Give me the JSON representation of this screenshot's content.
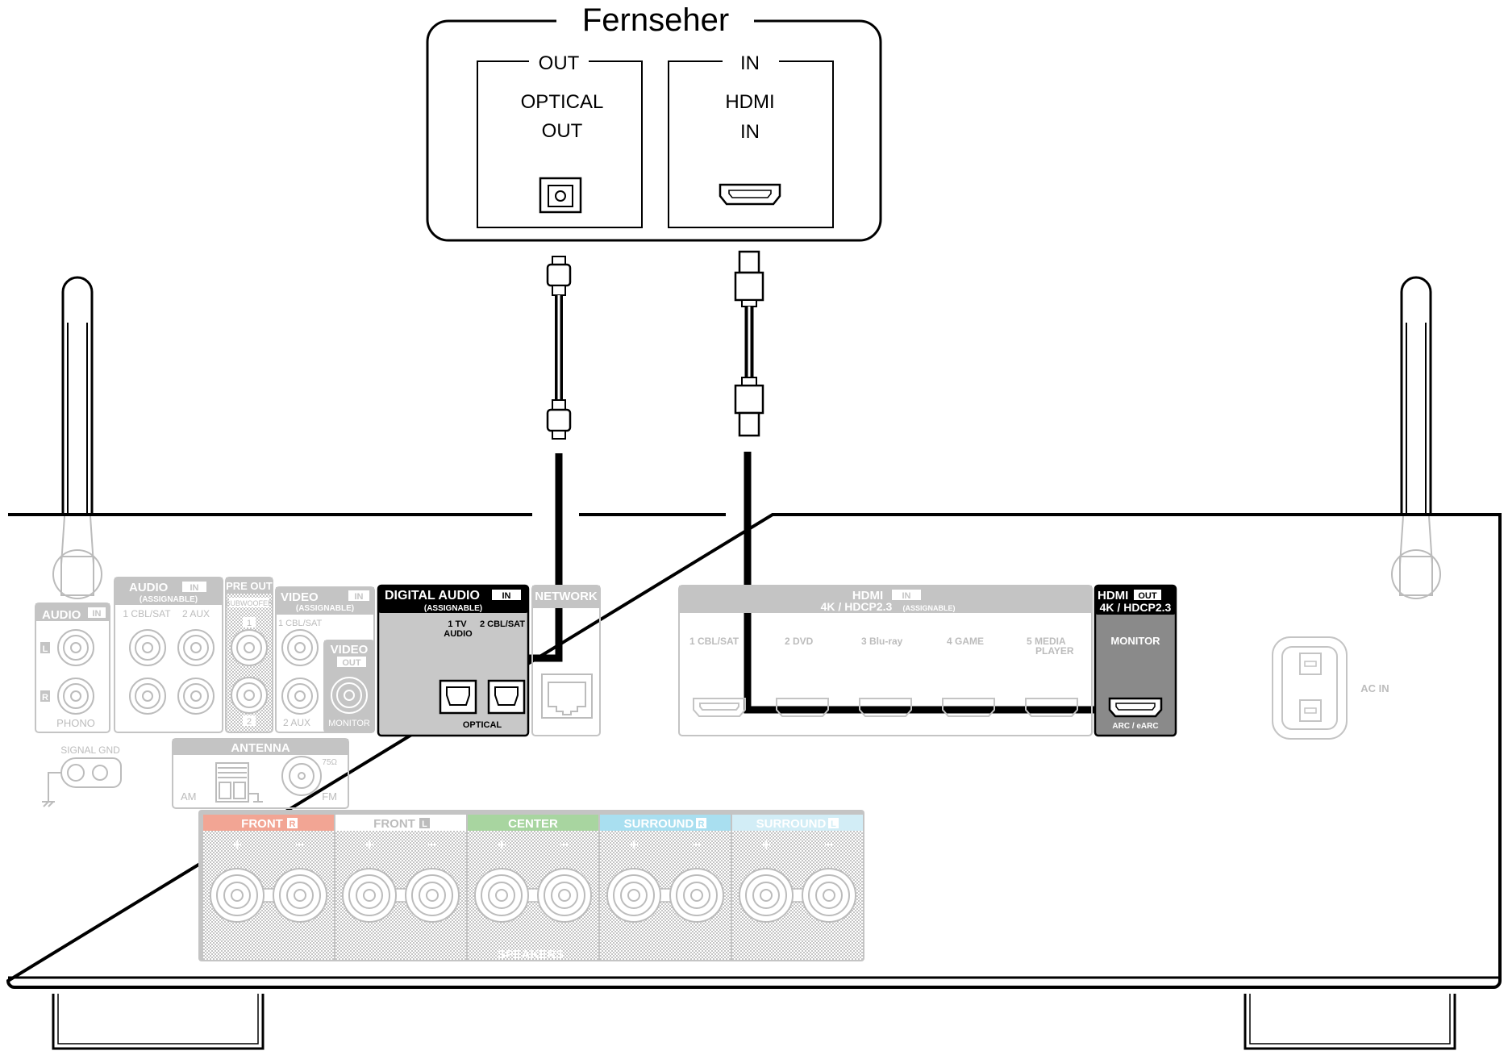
{
  "tv": {
    "title": "Fernseher",
    "out_label": "OUT",
    "optical_line1": "OPTICAL",
    "optical_line2": "OUT",
    "in_label": "IN",
    "hdmi_line1": "HDMI",
    "hdmi_line2": "IN"
  },
  "receiver": {
    "audio_in_phono": {
      "title": "AUDIO",
      "badge": "IN",
      "l": "L",
      "r": "R",
      "label": "PHONO"
    },
    "audio_in": {
      "title": "AUDIO",
      "badge": "IN",
      "sub": "(ASSIGNABLE)",
      "ch1": "1 CBL/SAT",
      "ch2": "2 AUX"
    },
    "pre_out": {
      "title": "PRE OUT",
      "sub": "SUBWOOFER",
      "n1": "1",
      "n2": "2"
    },
    "video_in": {
      "title": "VIDEO",
      "badge": "IN",
      "sub": "(ASSIGNABLE)",
      "ch1": "1 CBL/SAT",
      "ch2": "2 AUX"
    },
    "video_out": {
      "title": "VIDEO",
      "badge": "OUT",
      "label": "MONITOR"
    },
    "digital_audio": {
      "title": "DIGITAL AUDIO",
      "badge": "IN",
      "sub": "(ASSIGNABLE)",
      "ch1a": "1 TV",
      "ch1b": "AUDIO",
      "ch2": "2 CBL/SAT",
      "label": "OPTICAL"
    },
    "network": {
      "title": "NETWORK"
    },
    "hdmi_in": {
      "title": "HDMI",
      "badge": "IN",
      "sub": "4K / HDCP2.3",
      "sub_small": "(ASSIGNABLE)",
      "inputs": [
        "1 CBL/SAT",
        "2 DVD",
        "3 Blu-ray",
        "4 GAME",
        "5 MEDIA"
      ],
      "input5_line2": "PLAYER"
    },
    "hdmi_out": {
      "title": "HDMI",
      "badge": "OUT",
      "sub": "4K / HDCP2.3",
      "label": "MONITOR",
      "arc": "ARC / eARC"
    },
    "ac_in": {
      "label": "AC IN"
    },
    "signal_gnd": {
      "label": "SIGNAL GND"
    },
    "antenna": {
      "title": "ANTENNA",
      "am": "AM",
      "fm": "FM",
      "ohm": "75Ω"
    },
    "speakers": {
      "title": "SPEAKERS",
      "groups": [
        {
          "name": "FRONT",
          "side": "R",
          "color": "#f2a594"
        },
        {
          "name": "FRONT",
          "side": "L",
          "color": "#ffffff"
        },
        {
          "name": "CENTER",
          "side": "",
          "color": "#a8d5a0"
        },
        {
          "name": "SURROUND",
          "side": "R",
          "color": "#a9dff0"
        },
        {
          "name": "SURROUND",
          "side": "L",
          "color": "#d2edf6"
        }
      ],
      "plus": "+",
      "minus": "−"
    }
  }
}
